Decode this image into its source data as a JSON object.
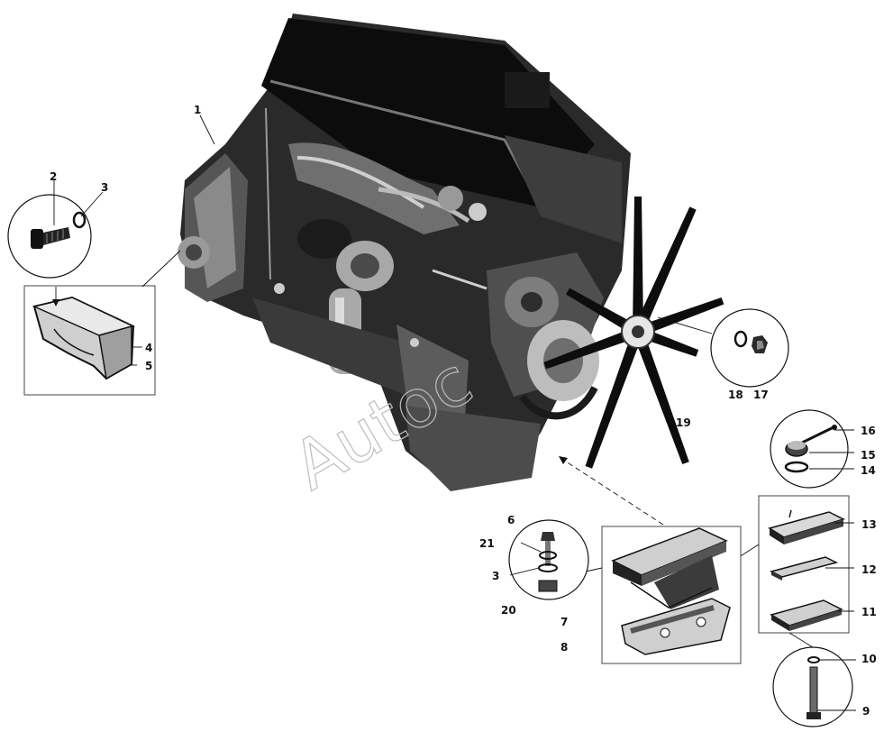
{
  "watermark": "Autoc",
  "callouts": [
    "1",
    "2",
    "3",
    "4",
    "5",
    "6",
    "7",
    "8",
    "9",
    "10",
    "11",
    "12",
    "13",
    "14",
    "15",
    "16",
    "17",
    "18",
    "19",
    "20",
    "21",
    "3"
  ],
  "icons": {
    "engine": "engine-assembly-icon",
    "fan": "cooling-fan-icon",
    "bolt": "bolt-icon",
    "washer": "washer-icon",
    "nut": "nut-icon",
    "bracket": "engine-mount-bracket-icon",
    "cushion": "rubber-cushion-icon"
  },
  "colors": {
    "ink": "#111111",
    "watermark": "#bdbdbd",
    "background": "#ffffff"
  }
}
